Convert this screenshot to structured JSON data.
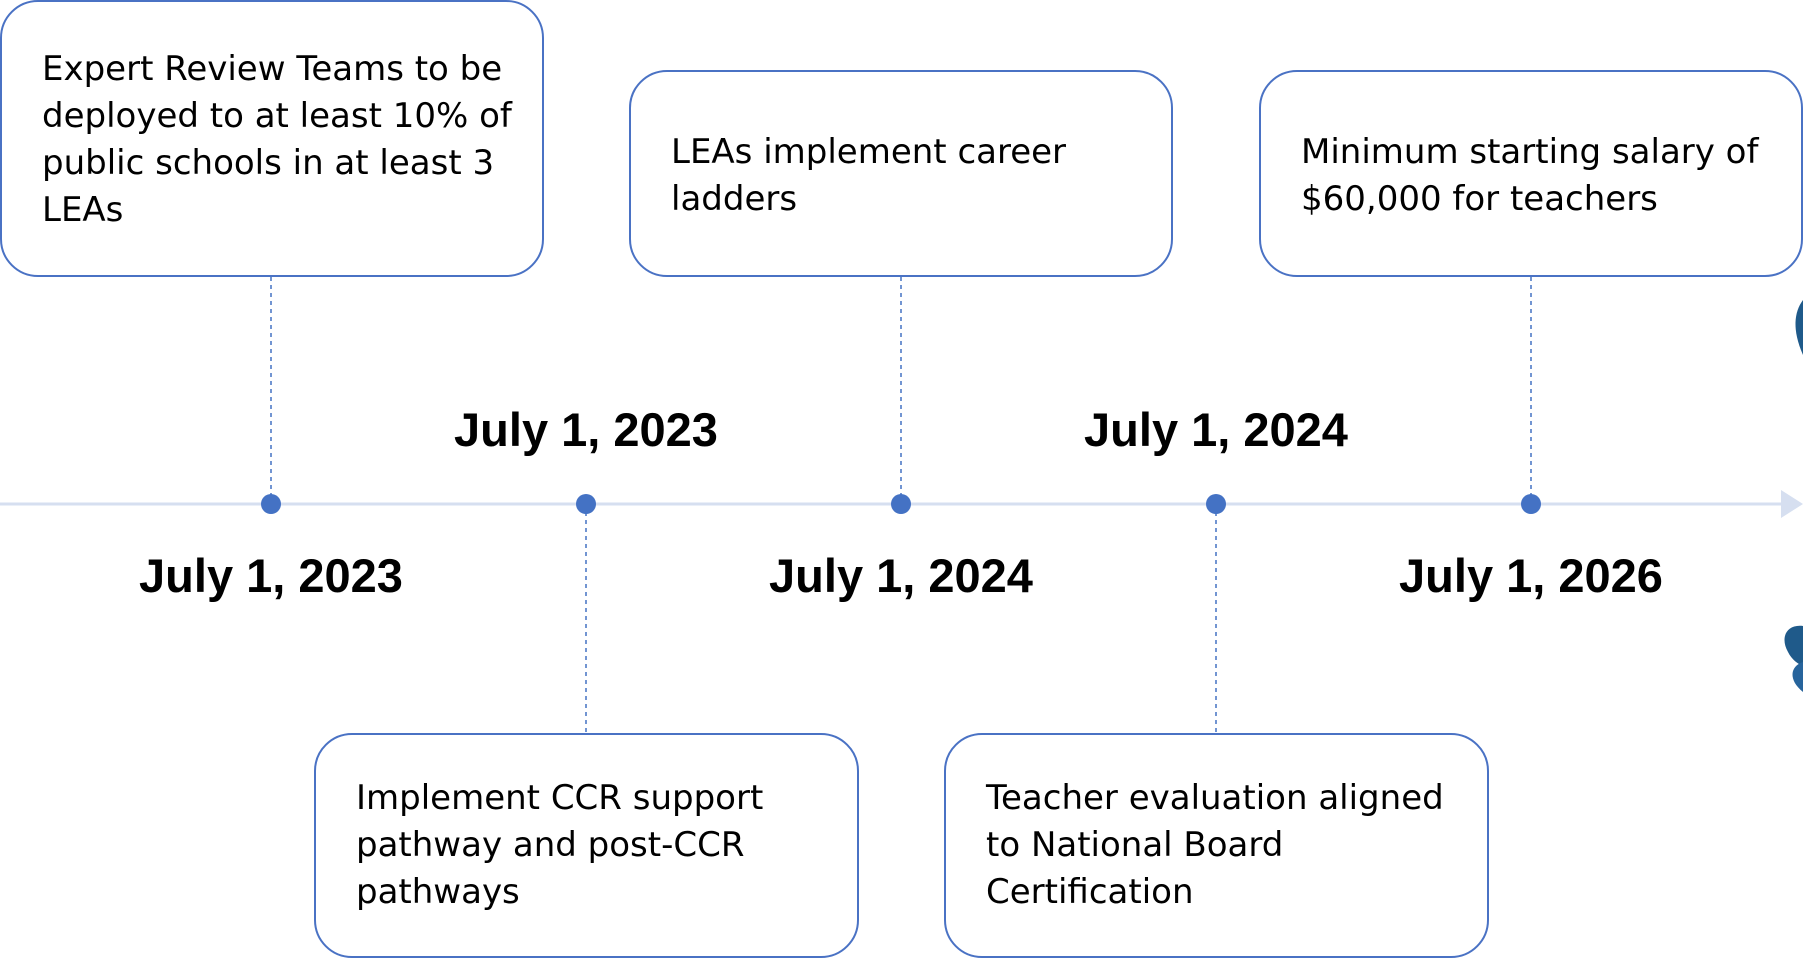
{
  "timeline": {
    "line_color": "#d6dff0",
    "marker_color": "#4472c4",
    "card_border_color": "#4a72c4",
    "milestones": [
      {
        "date": "July 1, 2023",
        "description": "Expert Review Teams to be deployed to at least 10% of public schools in at least 3 LEAs",
        "card_position": "above",
        "date_position": "below"
      },
      {
        "date": "July 1, 2023",
        "description": "Implement CCR support pathway and post-CCR pathways",
        "card_position": "below",
        "date_position": "above"
      },
      {
        "date": "July 1, 2024",
        "description": "LEAs implement career ladders",
        "card_position": "above",
        "date_position": "below"
      },
      {
        "date": "July 1, 2024",
        "description": "Teacher evaluation aligned to National Board Certification",
        "card_position": "below",
        "date_position": "above"
      },
      {
        "date": "July 1, 2026",
        "description": "Minimum starting salary of $60,000 for teachers",
        "card_position": "above",
        "date_position": "below"
      }
    ]
  }
}
